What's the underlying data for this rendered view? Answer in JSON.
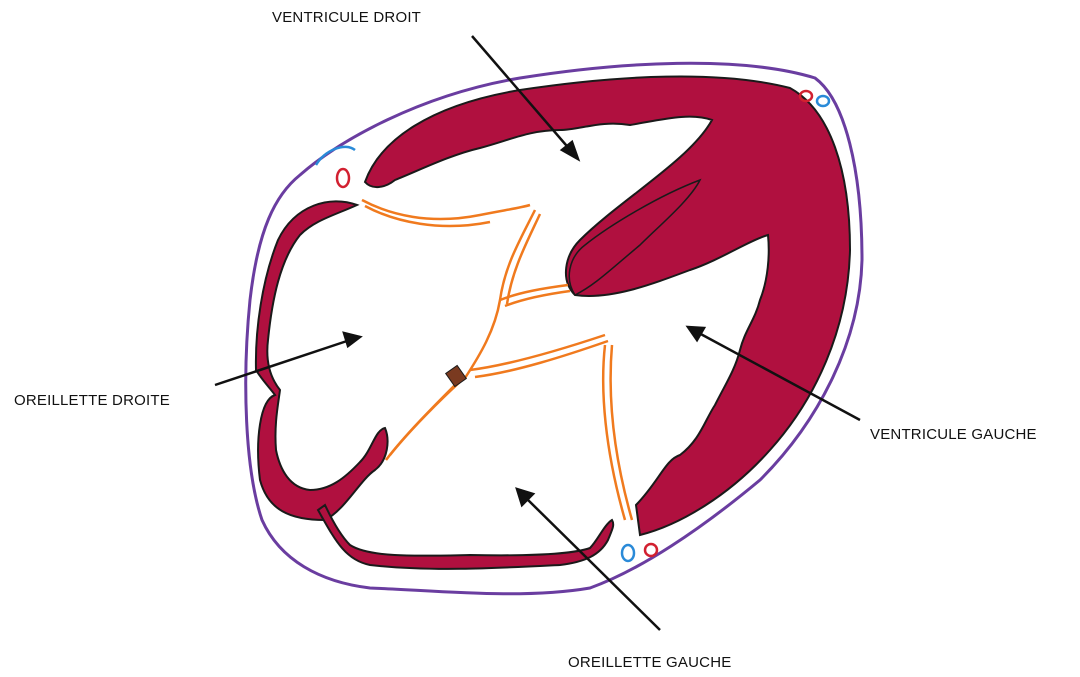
{
  "labels": {
    "ventricule_droit": "VENTRICULE DROIT",
    "oreillette_droite": "OREILLETTE DROITE",
    "ventricule_gauche": "VENTRICULE GAUCHE",
    "oreillette_gauche": "OREILLETTE GAUCHE"
  },
  "colors": {
    "myocardium": "#b0103f",
    "pericardium": "#6a3da0",
    "valves": "#f07a1e",
    "vessel_red": "#d22030",
    "vessel_blue": "#2a8ad8",
    "arrow": "#111111",
    "outline": "#1a1a1a"
  }
}
